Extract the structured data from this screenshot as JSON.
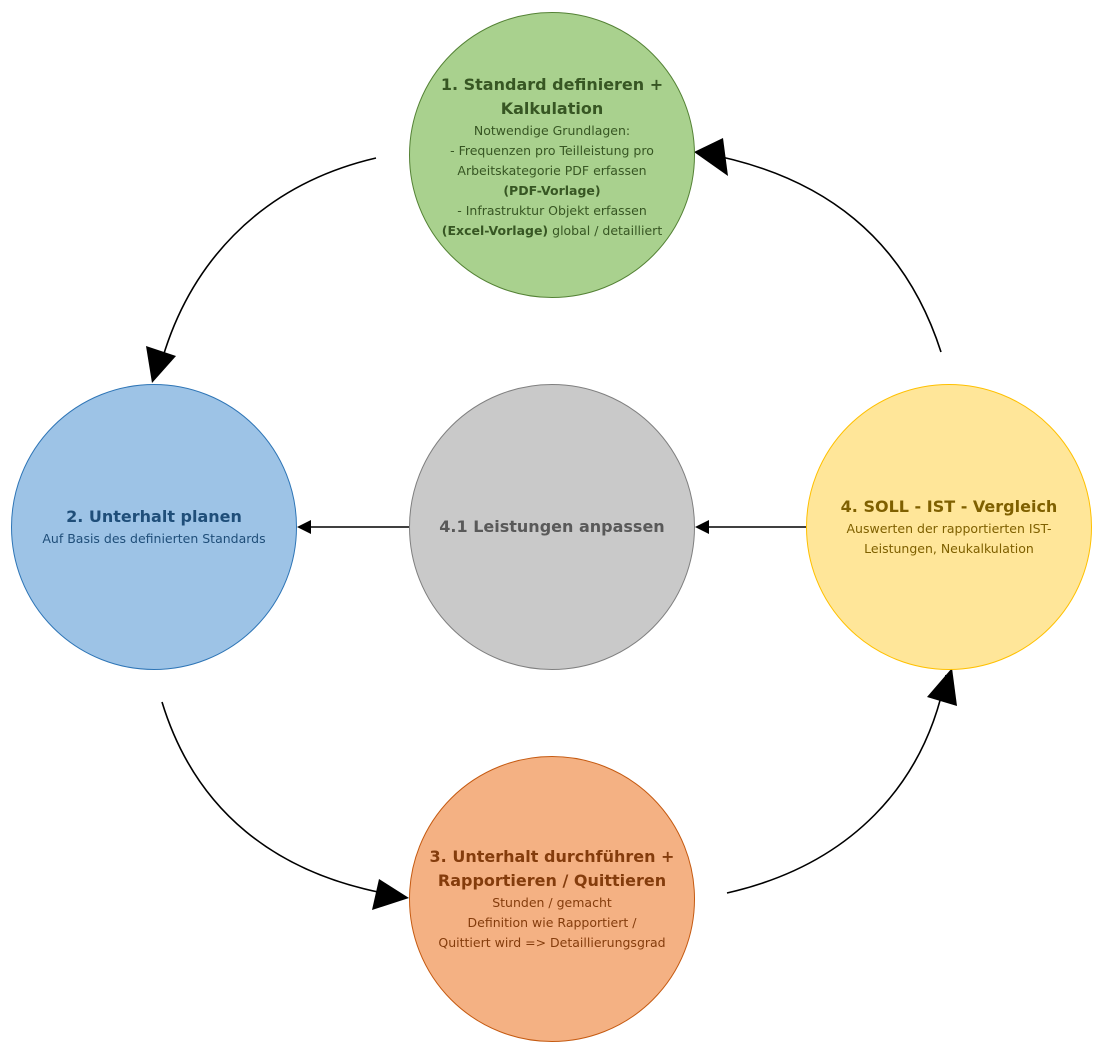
{
  "colors": {
    "green_fill": "#a9d18e",
    "green_text": "#375623",
    "blue_fill": "#9dc3e6",
    "blue_text": "#1f4e79",
    "gray_fill": "#c9c9c9",
    "gray_text": "#595959",
    "yellow_fill": "#ffe699",
    "yellow_text": "#7f6000",
    "orange_fill": "#f4b183",
    "orange_text": "#843c0c",
    "arrow": "#000000"
  },
  "nodes": {
    "step1": {
      "title_l1": "1. Standard definieren +",
      "title_l2": "Kalkulation",
      "line1": "Notwendige Grundlagen:",
      "line2": "- Frequenzen pro Teilleistung pro",
      "line3": "Arbeitskategorie PDF erfassen",
      "line4": "(PDF-Vorlage)",
      "line5": "- Infrastruktur Objekt erfassen",
      "line6_bold": "(Excel-Vorlage)",
      "line6_rest": " global / detailliert"
    },
    "step2": {
      "title": "2. Unterhalt planen",
      "line1": "Auf Basis des definierten Standards"
    },
    "step41": {
      "title": "4.1 Leistungen anpassen"
    },
    "step4": {
      "title": "4. SOLL - IST - Vergleich",
      "line1": "Auswerten der rapportierten IST-",
      "line2": "Leistungen, Neukalkulation"
    },
    "step3": {
      "title_l1": "3. Unterhalt durchführen +",
      "title_l2": "Rapportieren / Quittieren",
      "line1": "Stunden / gemacht",
      "line2": "Definition wie Rapportiert /",
      "line3": "Quittiert wird => Detaillierungsgrad"
    }
  }
}
